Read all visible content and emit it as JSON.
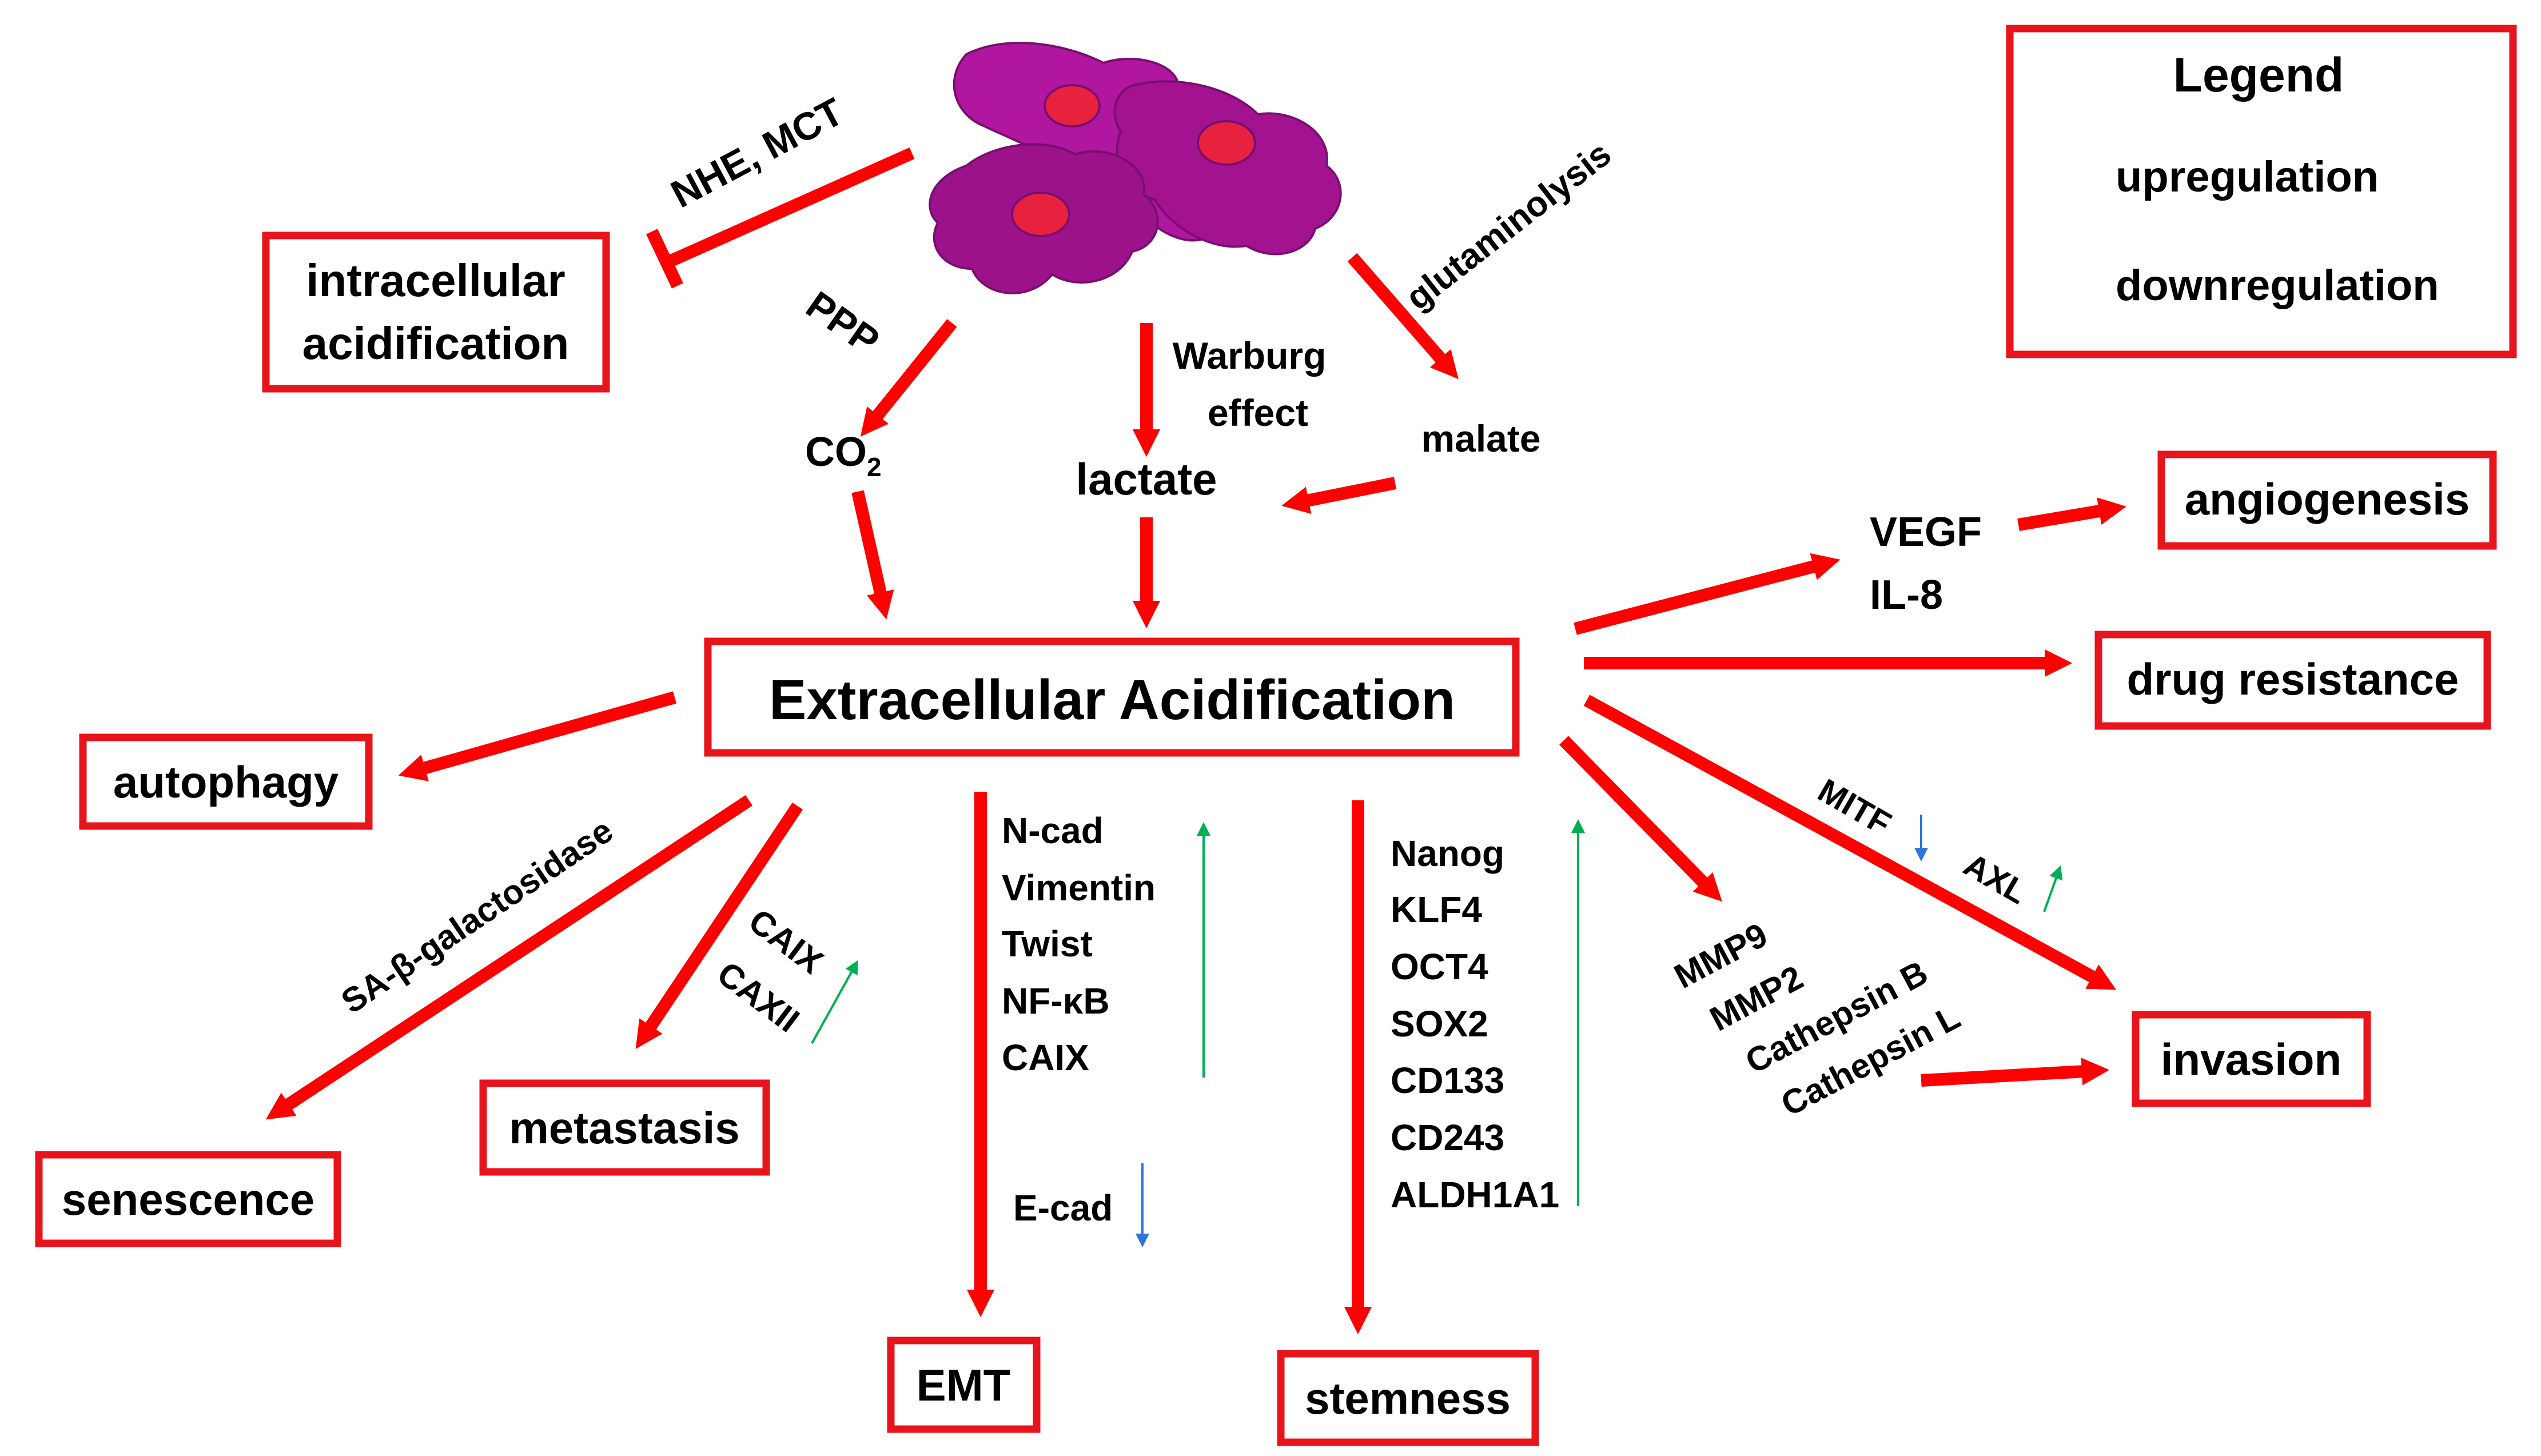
{
  "colors": {
    "arrow": "#ff0000",
    "box_border": "#e8141b",
    "up_arrow": "#00b050",
    "down_arrow": "#2e75d6",
    "cell_body": "#b0169f",
    "cell_nucleus": "#e8213f"
  },
  "center": {
    "label": "Extracellular Acidification"
  },
  "outcomes": {
    "intracellular_line1": "intracellular",
    "intracellular_line2": "acidification",
    "angiogenesis": "angiogenesis",
    "drug_resistance": "drug resistance",
    "autophagy": "autophagy",
    "senescence": "senescence",
    "metastasis": "metastasis",
    "emt": "EMT",
    "stemness": "stemness",
    "invasion": "invasion"
  },
  "pathways": {
    "nhe_mct": "NHE, MCT",
    "ppp": "PPP",
    "co2": "CO",
    "co2_sub": "2",
    "warburg_line1": "Warburg",
    "warburg_line2": "effect",
    "lactate": "lactate",
    "glutaminolysis": "glutaminolysis",
    "malate": "malate"
  },
  "mediators": {
    "vegf": "VEGF",
    "il8": "IL-8",
    "sa_beta_gal": "SA-β-galactosidase",
    "caix": "CAIX",
    "caxii": "CAXII",
    "mitf": "MITF",
    "axl": "AXL",
    "proteases": [
      "MMP9",
      "MMP2",
      "Cathepsin  B",
      "Cathepsin  L"
    ]
  },
  "emt_markers": [
    "N-cad",
    "Vimentin",
    "Twist",
    "NF-κB",
    "CAIX"
  ],
  "emt_down": "E-cad",
  "stemness_markers": [
    "Nanog",
    "KLF4",
    "OCT4",
    "SOX2",
    "CD133",
    "CD243",
    "ALDH1A1"
  ],
  "legend": {
    "title": "Legend",
    "up_label": "upregulation",
    "down_label": "downregulation"
  }
}
